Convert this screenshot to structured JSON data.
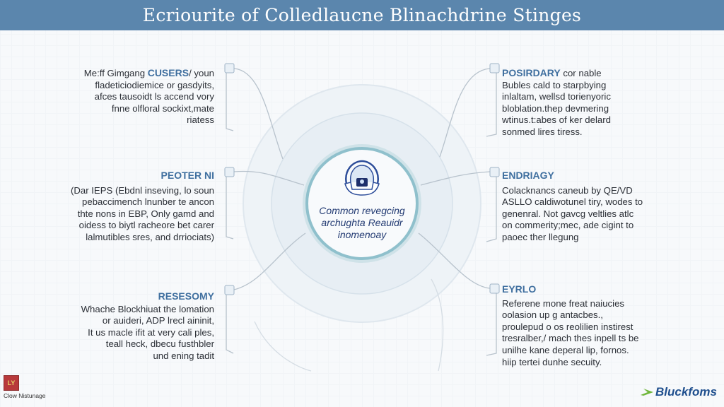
{
  "title": "Ecriourite of Colledlaucne Blinachdrine Stinges",
  "center": {
    "lines": [
      "Common revegcing",
      "archughta Reauidr",
      "inomenoay"
    ]
  },
  "left_blocks": [
    {
      "heading": "",
      "lines": [
        [
          "Me:ff Gimgang ",
          "CUSERS",
          "/ youn"
        ],
        "fladeticiodiemice or gasdyits,",
        "afces tausoidt ls accend vory",
        "fnne olfloral sockixt,mate",
        "riatess"
      ]
    },
    {
      "heading": "PEOTER NI",
      "lines": [
        "(Dar IEPS (Ebdnl inseving, lo soun",
        "pebaccimench lnunber te ancon",
        "thte nons in EBP, Only gamd and",
        "oidess to biytl racheore bet carer",
        "lalmutibles sres, and drriociats)"
      ]
    },
    {
      "heading": "RESESOMY",
      "lines": [
        "Whache Blockhiuat the lomation",
        "or auideri, ADP lrecl aininit,",
        "It us macle ifit at very cali ples,",
        "teall heck, dbecu fusthbler",
        "und ening tadit"
      ]
    }
  ],
  "right_blocks": [
    {
      "heading": "POSIRDARY",
      "heading_suffix": " cor nable",
      "lines": [
        "Bubles cald to starpbying",
        "inlaltam, wellsd torienyoric",
        "bloblation.thep devmering",
        "wtinus.t:abes of ker delard",
        "sonmed lires tiress."
      ]
    },
    {
      "heading": "ENDRIAGY",
      "lines": [
        "Colacknancs caneub by QE/VD",
        "ASLLO caldiwotunel tiry, wodes to",
        "genenral. Not gavcg veltlies atlc",
        "on commerity;mec, ade cigint to",
        "paoec ther llegung"
      ]
    },
    {
      "heading": "EYRLO",
      "lines": [
        "Referene mone freat naiucies",
        "oolasion up g antacbes.,",
        "proulepud o os reolilien instirest",
        "tresralber,/ mach thes inpell ts be",
        "unilhe kane deperal lip, fornos.",
        "hiip tertei dunhe secuity."
      ]
    }
  ],
  "footer": {
    "left_logo_text": "Clow Nistunage",
    "left_logo_mark": "LY",
    "brand": "Bluckfoms"
  },
  "colors": {
    "header": "#5b86ad",
    "accent": "#3f6f9f",
    "center_text": "#233b73",
    "brand": "#1f4f8e",
    "brand_arrow": "#6fb63b"
  }
}
